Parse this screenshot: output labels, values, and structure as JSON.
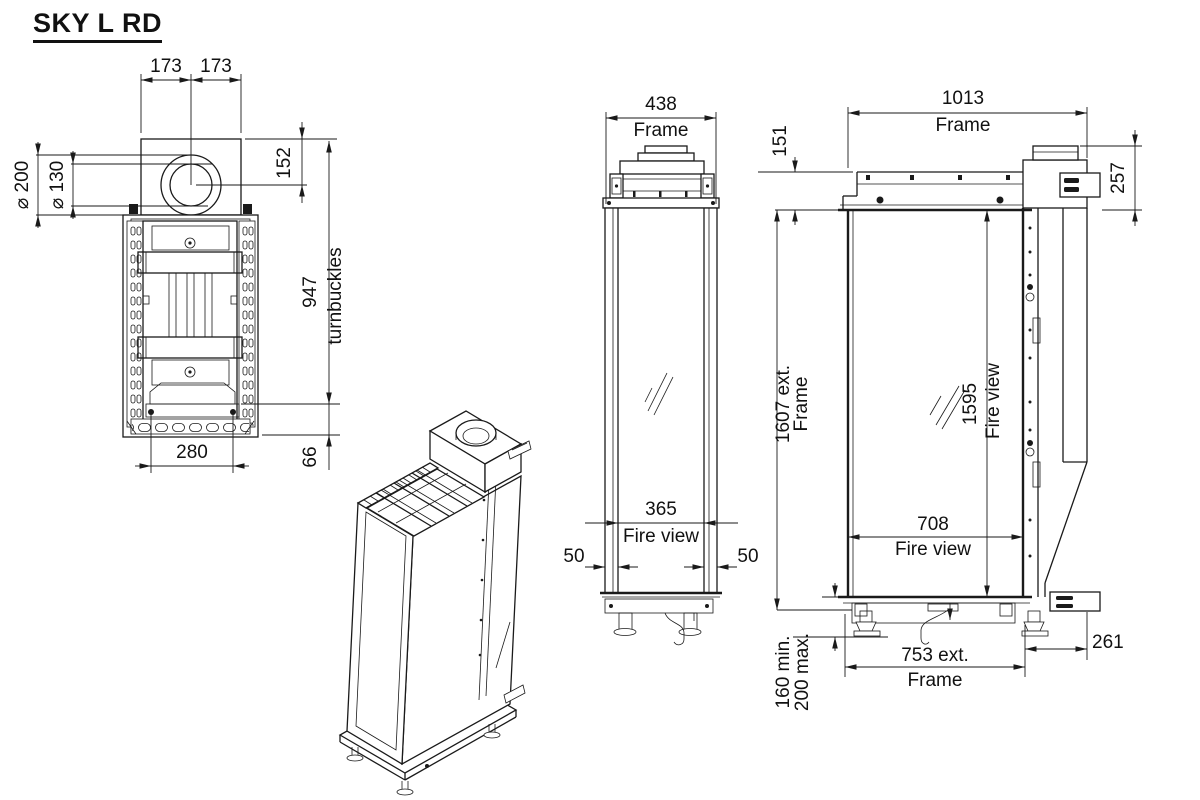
{
  "title": "SKY L RD",
  "colors": {
    "line": "#1a1a1a",
    "background": "#ffffff"
  },
  "top_view": {
    "dim_half_left": "173",
    "dim_half_right": "173",
    "dia_outer": "⌀ 200",
    "dia_inner": "⌀ 130",
    "dim_flue_offset": "152",
    "dim_body_height": "947",
    "dim_body_note": "turnbuckles",
    "dim_base_width": "280",
    "dim_bottom": "66"
  },
  "front_view": {
    "dim_frame_width": "438",
    "frame_label": "Frame",
    "dim_fire_width": "365",
    "fire_label": "Fire view",
    "dim_side_left": "50",
    "dim_side_right": "50"
  },
  "side_view": {
    "dim_frame_width": "1013",
    "frame_label": "Frame",
    "dim_top_offset": "151",
    "dim_flue_height": "257",
    "dim_ext_height": "1607 ext.",
    "ext_height_label": "Frame",
    "dim_fire_height": "1595",
    "fire_height_label": "Fire view",
    "dim_fire_width": "708",
    "fire_width_label": "Fire view",
    "dim_base_width": "753 ext.",
    "base_width_label": "Frame",
    "dim_base_depth": "261",
    "dim_feet_min": "160 min.",
    "dim_feet_max": "200 max."
  }
}
